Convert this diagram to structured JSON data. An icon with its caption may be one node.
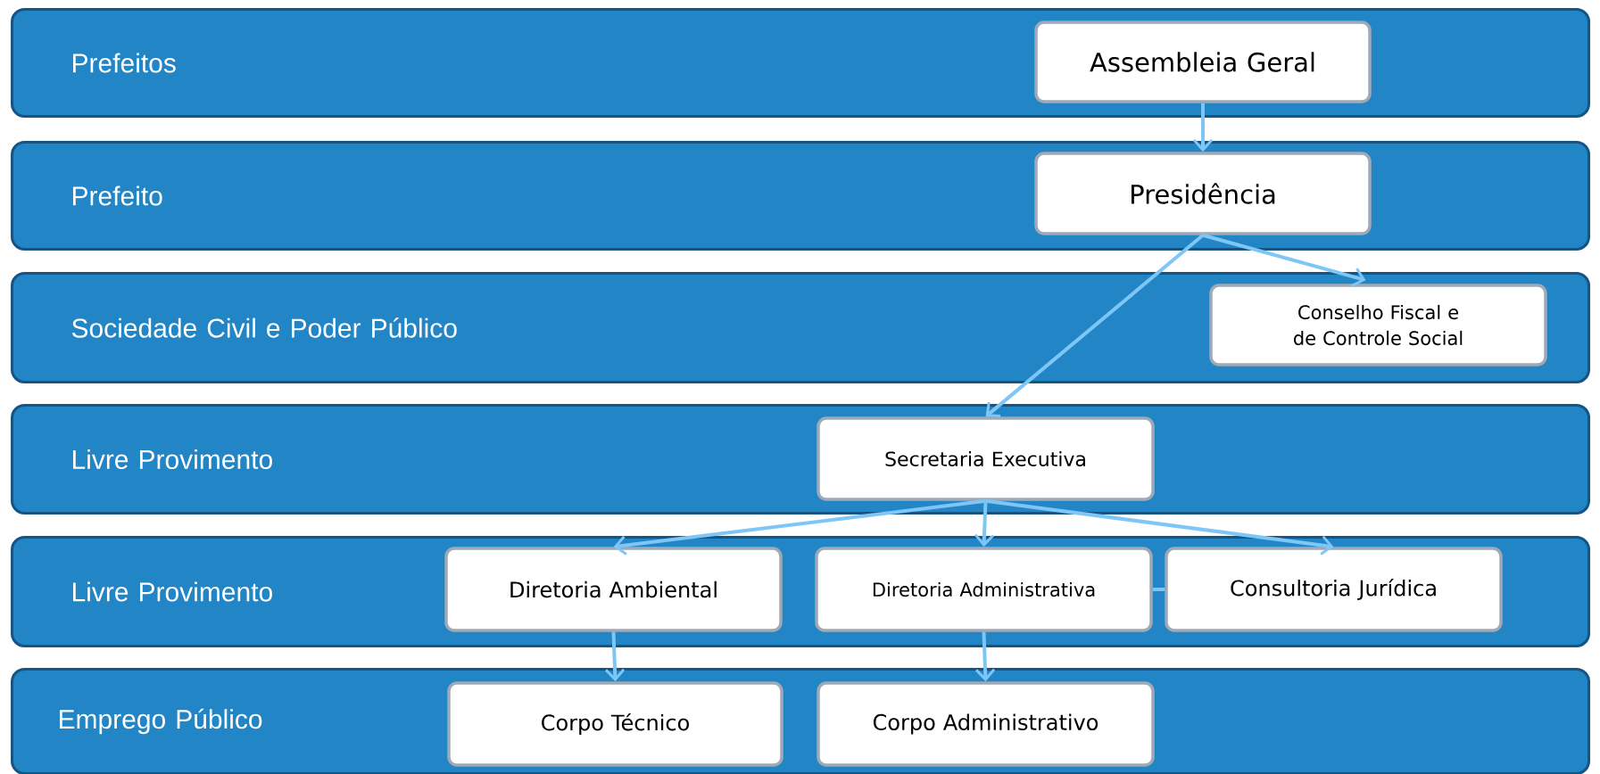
{
  "diagram": {
    "nodes": [
      {
        "text": [
          "Prefeitos"
        ]
      },
      {
        "text": [
          "Assembleia Geral"
        ],
        "in": 0
      },
      {
        "text": [
          "Prefeito"
        ]
      },
      {
        "text": [
          "Presidência"
        ],
        "in": 2
      },
      {
        "text": [
          "Sociedade Civil e Poder Público"
        ]
      },
      {
        "text": [
          "Conselho Fiscal e de Controle Social"
        ],
        "in": 4
      },
      {
        "text": [
          "Livre Provimento"
        ]
      },
      {
        "text": [
          "Secretaria Executiva"
        ],
        "in": 6
      },
      {
        "text": [
          "Livre Provimento"
        ]
      },
      {
        "text": [
          "Diretoria Ambiental"
        ],
        "in": 8
      },
      {
        "text": [
          "Diretoria Administrativa"
        ],
        "in": 8
      },
      {
        "text": [
          "Consultoria Jurídica"
        ],
        "in": 8
      },
      {
        "text": [
          "Emprego Público"
        ]
      },
      {
        "text": [
          "Corpo Técnico"
        ],
        "in": 12
      },
      {
        "text": [
          "Corpo Administrativo"
        ],
        "in": 12
      }
    ],
    "edges": [
      {
        "from": 1,
        "to": 3,
        "arrow": "to"
      },
      {
        "from": 3,
        "to": 5,
        "arrow": "to"
      },
      {
        "from": 3,
        "to": 7,
        "arrow": "to"
      },
      {
        "from": 7,
        "to": 9,
        "arrow": "to"
      },
      {
        "from": 7,
        "to": 10,
        "arrow": "to"
      },
      {
        "from": 7,
        "to": 11,
        "arrow": "to"
      },
      {
        "from": 10,
        "to": 11,
        "arrow": "none"
      },
      {
        "from": 9,
        "to": 13,
        "arrow": "to"
      },
      {
        "from": 10,
        "to": 14,
        "arrow": "to"
      }
    ]
  }
}
